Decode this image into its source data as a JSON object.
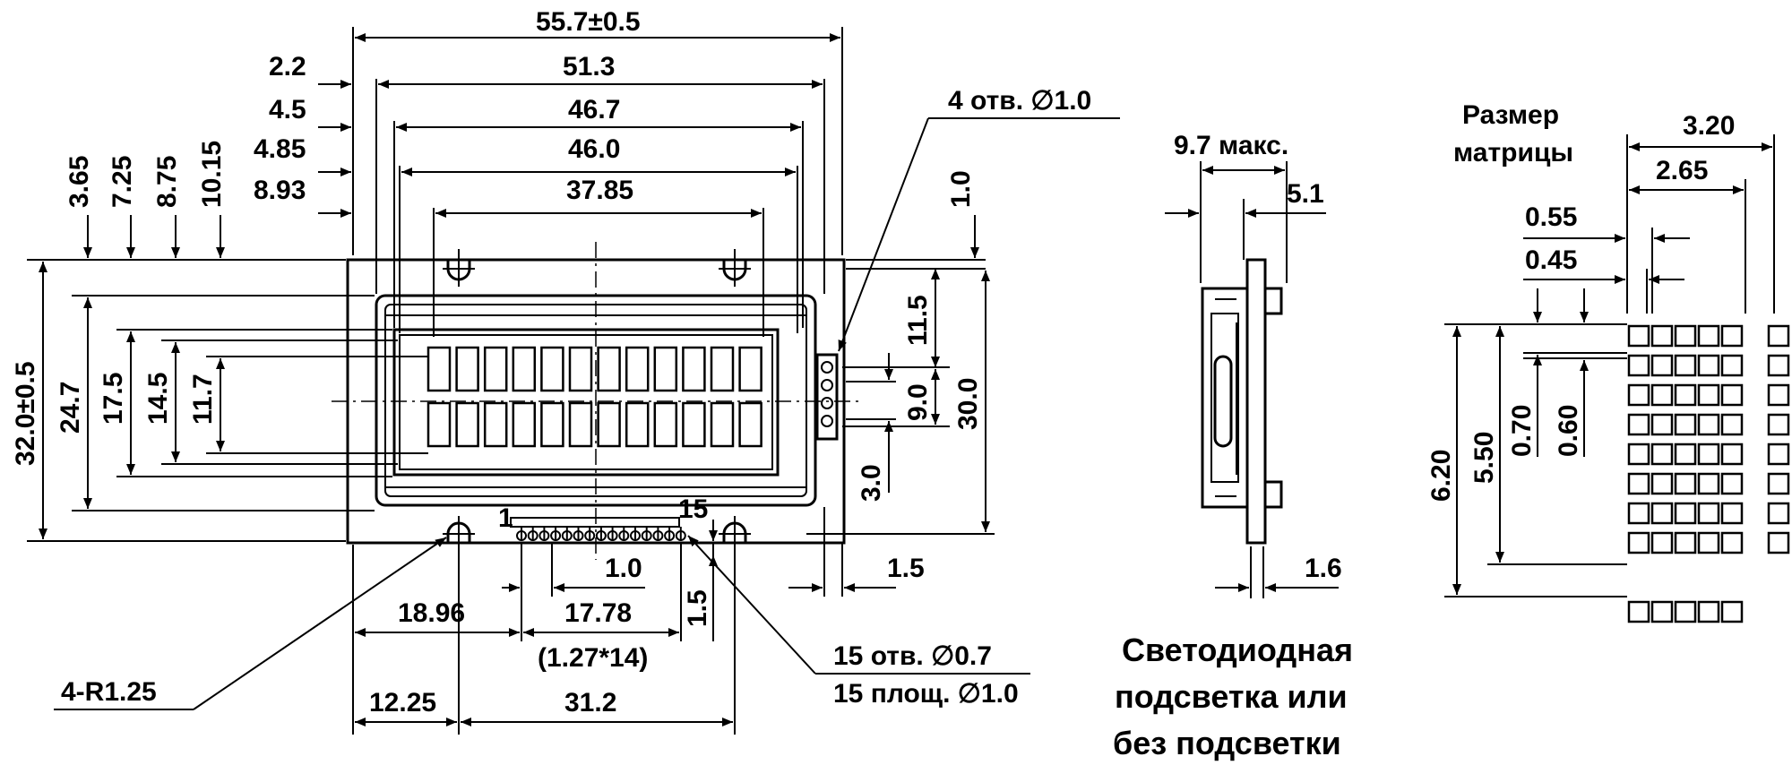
{
  "front": {
    "dim_55_7": "55.7±0.5",
    "dim_51_3": "51.3",
    "dim_46_7": "46.7",
    "dim_46_0": "46.0",
    "dim_37_85": "37.85",
    "dim_2_2": "2.2",
    "dim_4_5": "4.5",
    "dim_4_85": "4.85",
    "dim_8_93": "8.93",
    "dim_3_65": "3.65",
    "dim_7_25": "7.25",
    "dim_8_75": "8.75",
    "dim_10_15": "10.15",
    "dim_32_0": "32.0±0.5",
    "dim_24_7": "24.7",
    "dim_17_5": "17.5",
    "dim_14_5": "14.5",
    "dim_11_7": "11.7",
    "dim_1_0_right": "1.0",
    "dim_11_5": "11.5",
    "dim_9_0": "9.0",
    "dim_30_0": "30.0",
    "dim_3_0": "3.0",
    "dim_1_5_right": "1.5",
    "dim_1_0_pitch": "1.0",
    "dim_1_5_bottom": "1.5",
    "dim_18_96": "18.96",
    "dim_17_78": "17.78",
    "dim_1_27x14": "(1.27*14)",
    "dim_12_25": "12.25",
    "dim_31_2": "31.2",
    "pin_1": "1",
    "pin_15": "15",
    "note_holes_4": "4 отв. ∅1.0",
    "note_radius": "4-R1.25",
    "note_holes_15": "15 отв. ∅0.7",
    "note_pads_15": "15 площ. ∅1.0"
  },
  "side": {
    "dim_9_7": "9.7 макс.",
    "dim_5_1": "5.1",
    "dim_1_6": "1.6",
    "caption_line1": "Светодиодная",
    "caption_line2": "подсветка или",
    "caption_line3": "без подсветки"
  },
  "matrix": {
    "title_line1": "Размер",
    "title_line2": "матрицы",
    "dim_3_20": "3.20",
    "dim_2_65": "2.65",
    "dim_0_55": "0.55",
    "dim_0_45": "0.45",
    "dim_6_20": "6.20",
    "dim_5_50": "5.50",
    "dim_0_70": "0.70",
    "dim_0_60": "0.60"
  },
  "display": {
    "rows": 2,
    "chars_per_row": 12,
    "matrix_rows": 8,
    "matrix_cols": 5,
    "pins": 15
  }
}
